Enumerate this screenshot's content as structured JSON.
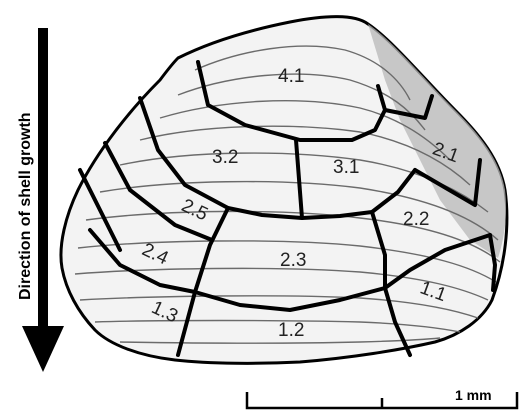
{
  "figure": {
    "direction_label": "Direction of shell growth",
    "scale_label": "1 mm",
    "regions": [
      {
        "id": "4.1",
        "label": "4.1"
      },
      {
        "id": "3.2",
        "label": "3.2"
      },
      {
        "id": "3.1",
        "label": "3.1"
      },
      {
        "id": "2.1",
        "label": "2.1"
      },
      {
        "id": "2.5",
        "label": "2.5"
      },
      {
        "id": "2.2",
        "label": "2.2"
      },
      {
        "id": "2.4",
        "label": "2.4"
      },
      {
        "id": "2.3",
        "label": "2.3"
      },
      {
        "id": "1.3",
        "label": "1.3"
      },
      {
        "id": "1.1",
        "label": "1.1"
      },
      {
        "id": "1.2",
        "label": "1.2"
      }
    ],
    "colors": {
      "ink": "#000000",
      "shell_fill": "#f3f3f3",
      "shade": "#9a9a9a",
      "growth_line": "#6b6b6b"
    }
  }
}
